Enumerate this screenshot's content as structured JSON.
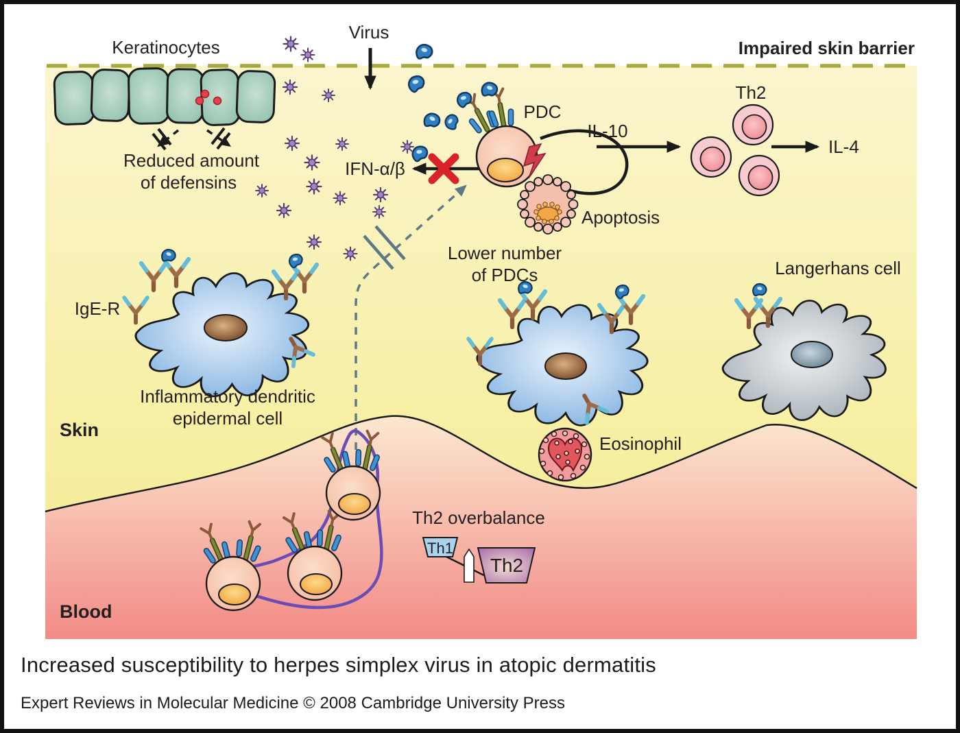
{
  "caption": {
    "title": "Increased susceptibility to herpes simplex virus in atopic dermatitis",
    "source": "Expert Reviews in Molecular Medicine © 2008 Cambridge University Press"
  },
  "labels": {
    "keratinocytes": "Keratinocytes",
    "virus": "Virus",
    "impaired_skin_barrier": "Impaired skin barrier",
    "reduced_amount_line1": "Reduced amount",
    "reduced_amount_line2": "of defensins",
    "ifn_alpha_beta": "IFN-α/β",
    "pdc": "PDC",
    "il_10": "IL-10",
    "th2": "Th2",
    "il_4": "IL-4",
    "apoptosis": "Apoptosis",
    "lower_number_line1": "Lower number",
    "lower_number_line2": "of PDCs",
    "ige_r": "IgE-R",
    "langerhans_cell": "Langerhans cell",
    "idec_line1": "Inflammatory dendritic",
    "idec_line2": "epidermal cell",
    "skin": "Skin",
    "eosinophil": "Eosinophil",
    "th2_overbalance": "Th2 overbalance",
    "th1_pan": "Th1",
    "th2_pan": "Th2",
    "blood": "Blood"
  },
  "colors": {
    "skin_gradient_top": "#FBF5CE",
    "skin_gradient_bottom": "#F4EC8C",
    "blood_gradient_top": "#FCE8D0",
    "blood_gradient_bottom": "#F28B86",
    "barrier_dash": "#A6AB3C",
    "keratinocyte": "#9AC7B4",
    "defensin_granule": "#E8414D",
    "virus_particle": "#A285C4",
    "virion_droplet": "#2E7FC2",
    "pdc_body": "#F7C3A6",
    "pdc_nucleus": "#F5A93F",
    "idec_body": "#8FB9E6",
    "idec_nucleus": "#7B4527",
    "langerhans_body": "#AEB8BF",
    "langerhans_nucleus": "#5F7A8C",
    "th2_cell": "#F8CBD1",
    "th2_nucleus": "#EF8890",
    "eosinophil_body": "#F09C9C",
    "eosinophil_nucleus": "#E2575E",
    "apoptosis_body": "#F4C0AC",
    "loop_purple": "#6A4CB3",
    "blocked_x_red": "#D8232A",
    "th1_pan_fill": "#A9D3EE",
    "th2_pan_fill": "#A970AE",
    "arrow_black": "#1A1A1A",
    "dashed_gray": "#5E7886",
    "receptor_stalk": "#7C8B33",
    "receptor_bar": "#3F93D4",
    "receptor_y": "#8A5A3B"
  }
}
